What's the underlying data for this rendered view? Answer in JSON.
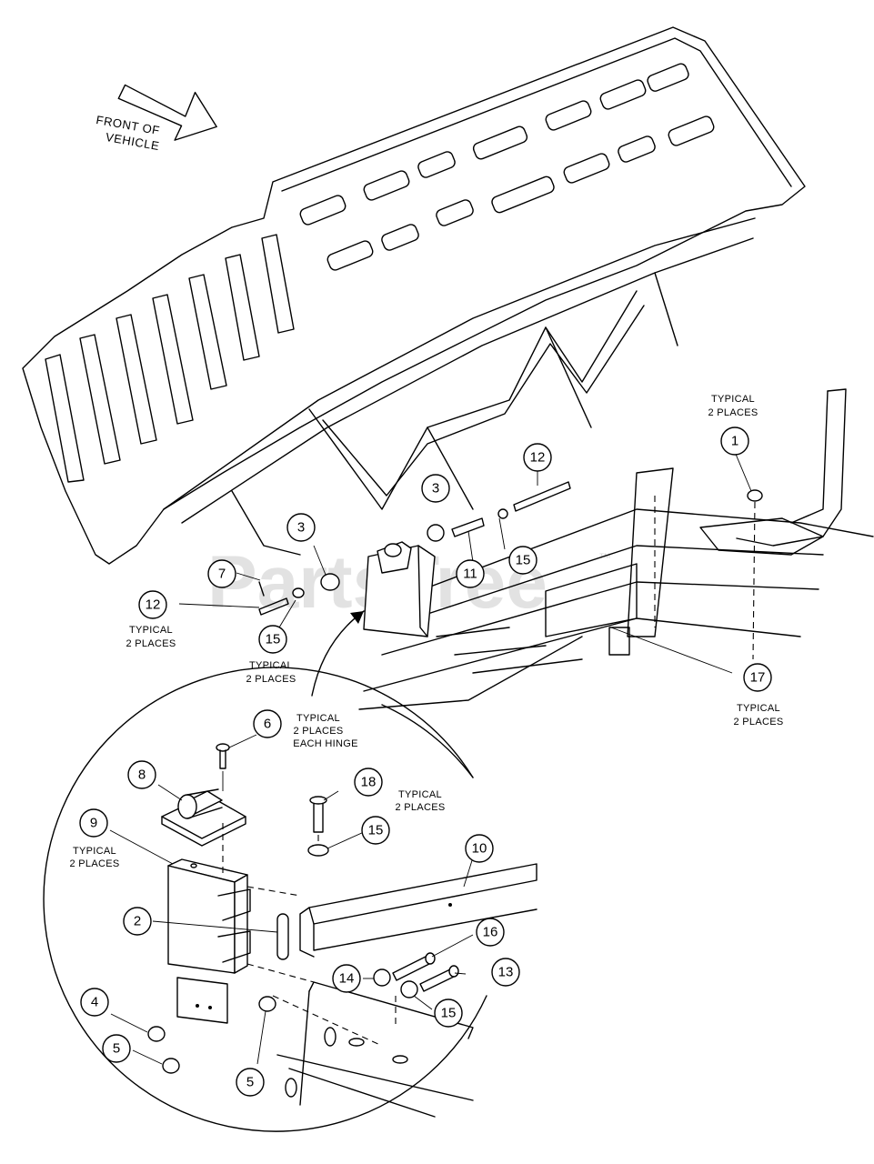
{
  "watermark": {
    "text": "PartsTree",
    "trademark": "™"
  },
  "orientation": {
    "label_line1": "FRONT OF",
    "label_line2": "VEHICLE"
  },
  "callouts": [
    {
      "id": "c1",
      "number": "1"
    },
    {
      "id": "c2",
      "number": "2"
    },
    {
      "id": "c3a",
      "number": "3"
    },
    {
      "id": "c3b",
      "number": "3"
    },
    {
      "id": "c4",
      "number": "4"
    },
    {
      "id": "c5a",
      "number": "5"
    },
    {
      "id": "c5b",
      "number": "5"
    },
    {
      "id": "c6",
      "number": "6"
    },
    {
      "id": "c7",
      "number": "7"
    },
    {
      "id": "c8",
      "number": "8"
    },
    {
      "id": "c9",
      "number": "9"
    },
    {
      "id": "c10",
      "number": "10"
    },
    {
      "id": "c11",
      "number": "11"
    },
    {
      "id": "c12a",
      "number": "12"
    },
    {
      "id": "c12b",
      "number": "12"
    },
    {
      "id": "c13",
      "number": "13"
    },
    {
      "id": "c14",
      "number": "14"
    },
    {
      "id": "c15a",
      "number": "15"
    },
    {
      "id": "c15b",
      "number": "15"
    },
    {
      "id": "c15c",
      "number": "15"
    },
    {
      "id": "c15d",
      "number": "15"
    },
    {
      "id": "c16",
      "number": "16"
    },
    {
      "id": "c17",
      "number": "17"
    },
    {
      "id": "c18",
      "number": "18"
    }
  ],
  "notes": {
    "n_typ_1": {
      "line1": "TYPICAL",
      "line2": "2 PLACES"
    },
    "n_typ_12": {
      "line1": "TYPICAL",
      "line2": "2 PLACES"
    },
    "n_typ_15": {
      "line1": "TYPICAL",
      "line2": "2 PLACES"
    },
    "n_typ_17": {
      "line1": "TYPICAL",
      "line2": "2 PLACES"
    },
    "n_typ_6": {
      "line1": "TYPICAL",
      "line2": "2 PLACES",
      "line3": "EACH HINGE"
    },
    "n_typ_18": {
      "line1": "TYPICAL",
      "line2": "2 PLACES"
    },
    "n_typ_9": {
      "line1": "TYPICAL",
      "line2": "2 PLACES"
    }
  }
}
